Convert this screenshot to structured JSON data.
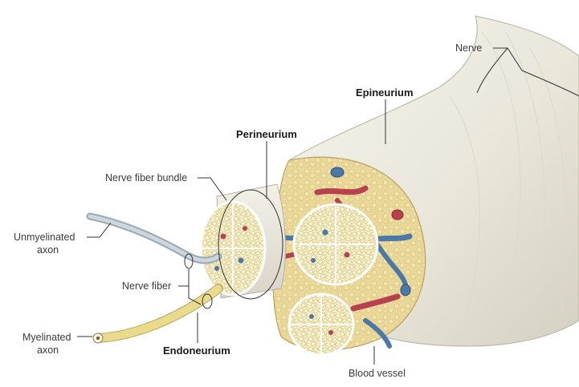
{
  "labels": {
    "nerve": "Nerve",
    "epineurium": "Epineurium",
    "perineurium": "Perineurium",
    "nerve_fiber_bundle": "Nerve fiber bundle",
    "unmyelinated_axon_line1": "Unmyelinated",
    "unmyelinated_axon_line2": "axon",
    "nerve_fiber": "Nerve fiber",
    "myelinated_axon_line1": "Myelinated",
    "myelinated_axon_line2": "axon",
    "endoneurium": "Endoneurium",
    "blood_vessel": "Blood vessel"
  },
  "colors": {
    "nerve_sheath": "#ece9df",
    "fat_tissue": "#ead89a",
    "artery": "#b8414f",
    "vein": "#4a78a8",
    "myelin": "#eadb8c"
  }
}
